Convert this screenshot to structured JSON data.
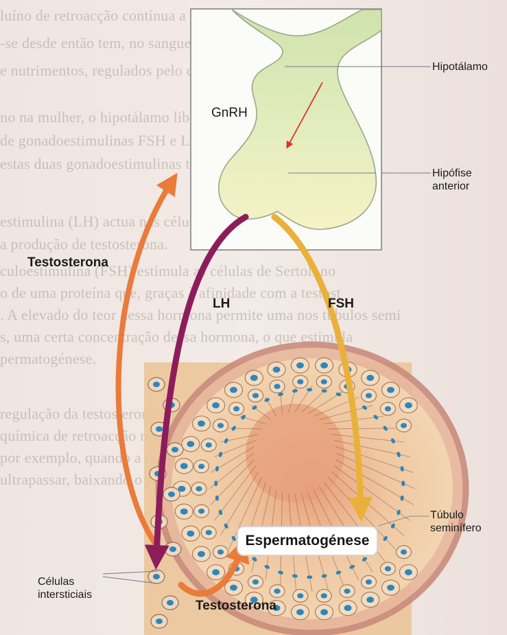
{
  "diagram": {
    "labels": {
      "hipotalamo": "Hipotálamo",
      "gnrh": "GnRH",
      "hipofise_line1": "Hipófise",
      "hipofise_line2": "anterior",
      "testosterona_top": "Testosterona",
      "lh": "LH",
      "fsh": "FSH",
      "tubulo_line1": "Túbulo",
      "tubulo_line2": "seminífero",
      "espermatogenese": "Espermatogénese",
      "celulas_line1": "Células",
      "celulas_line2": "intersticiais",
      "testosterona_bottom": "Testosterona"
    },
    "colors": {
      "lh_arrow": "#8c1d5a",
      "fsh_arrow": "#e9b13a",
      "testosterone_arrow": "#ea7b3a",
      "gnrh_arrow": "#e0312a",
      "hypothalamus": "#d8e8b8",
      "pituitary": "#f4f1c2",
      "tissue": "#ecc89a"
    }
  },
  "background_text": [
    "luíno de retroacção contínua a partir da puberdade",
    "-se desde então tem, no sangue sensivelmente con",
    "e nutrimentos, regulados pelo complexo hipotálamo",
    "no na mulher, o hipotálamo liberta GnRH, que estimula",
    "de gonadoestimulinas FSH e LH, pelo lobo anterior da",
    "estas duas gonadoestimulinas têm como órgãos-alvo o",
    "estimulina (LH) actua nas células intersticiais, estimu",
    "a produção de testosterona.",
    "culoestimulina (FSH) estimula as células de Sertoli no",
    "o de uma proteína que, graças à afinidade com a testost",
    ". A elevado do teor dessa hormona permite uma nos túbulos semi",
    "s, uma certa concentração dessa hormona, o que estimula",
    "permatogénese.",
    "regulação da testosterona é controlada pela",
    "química de retroacção negativa da testosterona",
    "por exemplo, quando a testosterona se afastar do",
    "ultrapassar, baixando o seu efeito, regressando ao"
  ]
}
